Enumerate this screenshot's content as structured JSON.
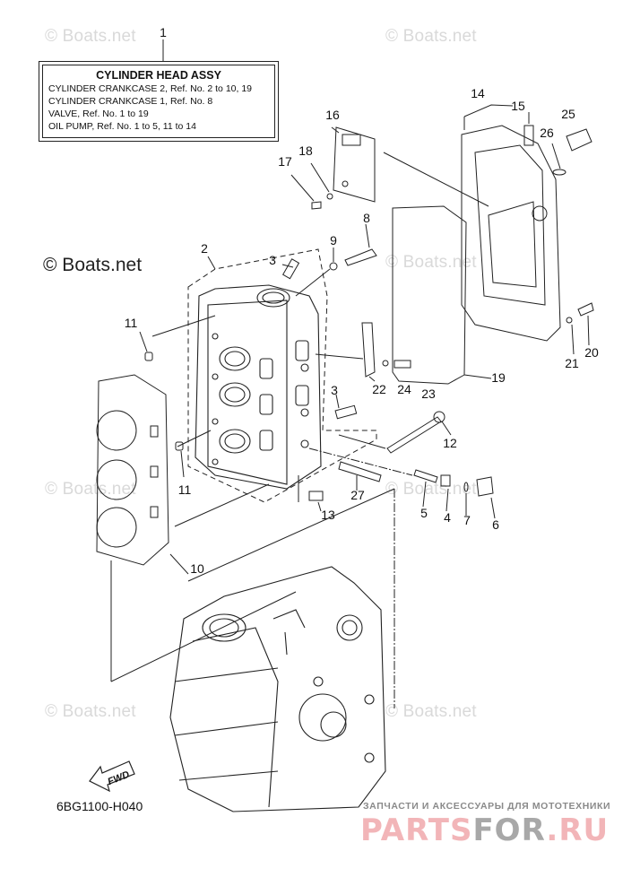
{
  "watermarks": {
    "text": "© Boats.net",
    "prominent": "© Boats.net"
  },
  "legend": {
    "callout": "1",
    "title": "CYLINDER HEAD ASSY",
    "lines": [
      "CYLINDER CRANKCASE 2,  Ref. No. 2 to 10, 19",
      "CYLINDER CRANKCASE 1,  Ref. No. 8",
      "VALVE,  Ref. No. 1 to 19",
      "OIL PUMP,  Ref. No. 1 to 5, 11 to 14"
    ]
  },
  "callouts": {
    "c2": "2",
    "c3a": "3",
    "c3b": "3",
    "c4": "4",
    "c5": "5",
    "c6": "6",
    "c7": "7",
    "c8": "8",
    "c9": "9",
    "c10": "10",
    "c11a": "11",
    "c11b": "11",
    "c12": "12",
    "c13": "13",
    "c14": "14",
    "c15": "15",
    "c16": "16",
    "c17": "17",
    "c18": "18",
    "c19": "19",
    "c20": "20",
    "c21": "21",
    "c22": "22",
    "c23": "23",
    "c24": "24",
    "c25": "25",
    "c26": "26",
    "c27": "27"
  },
  "direction": {
    "label": "FWD"
  },
  "diagram_code": "6BG1100-H040",
  "branding": {
    "subtitle": "ЗАПЧАСТИ И АКСЕССУАРЫ ДЛЯ МОТОТЕХНИКИ",
    "name_part1": "PARTS",
    "name_part2": "FOR",
    "name_part3": ".RU",
    "color_primary": "#f2b5b8",
    "color_secondary": "#a8a8a8"
  }
}
